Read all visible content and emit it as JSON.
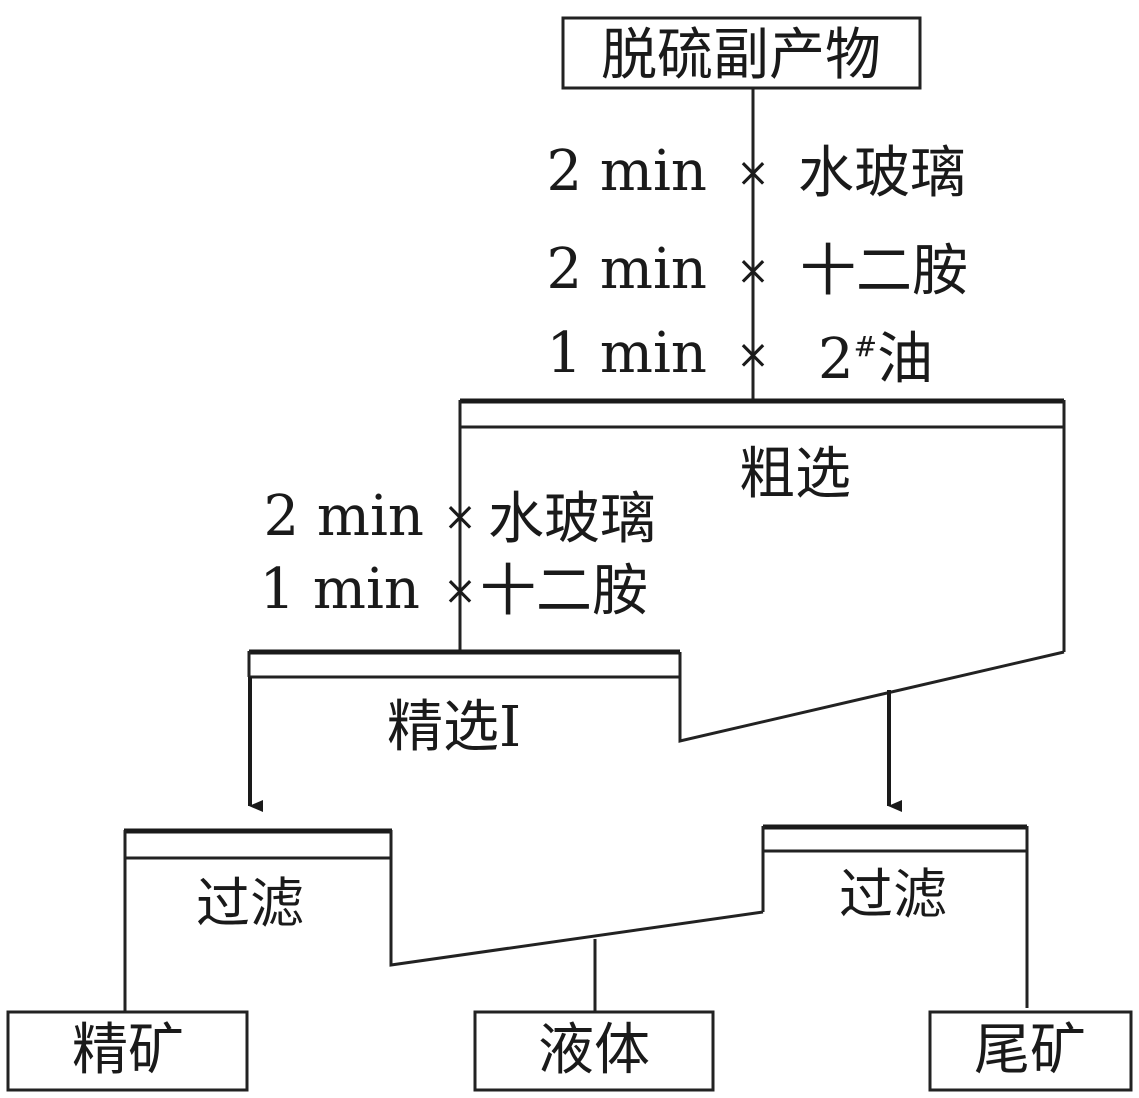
{
  "nodes": {
    "feed": "脱硫副产物",
    "rougher": "粗选",
    "cleaner": "精选Ⅰ",
    "filter_left": "过滤",
    "filter_right": "过滤",
    "concentrate": "精矿",
    "liquid": "液体",
    "tailings": "尾矿"
  },
  "rougher_reagents": [
    {
      "time": "2 min",
      "reagent": "水玻璃"
    },
    {
      "time": "2 min",
      "reagent": "十二胺"
    },
    {
      "time": "1 min",
      "reagent_num": "2",
      "reagent_sup": "#",
      "reagent_suffix": "油"
    }
  ],
  "cleaner_reagents": [
    {
      "time": "2 min",
      "reagent": "水玻璃"
    },
    {
      "time": "1 min",
      "reagent": "十二胺"
    }
  ],
  "addition_marker": "×"
}
